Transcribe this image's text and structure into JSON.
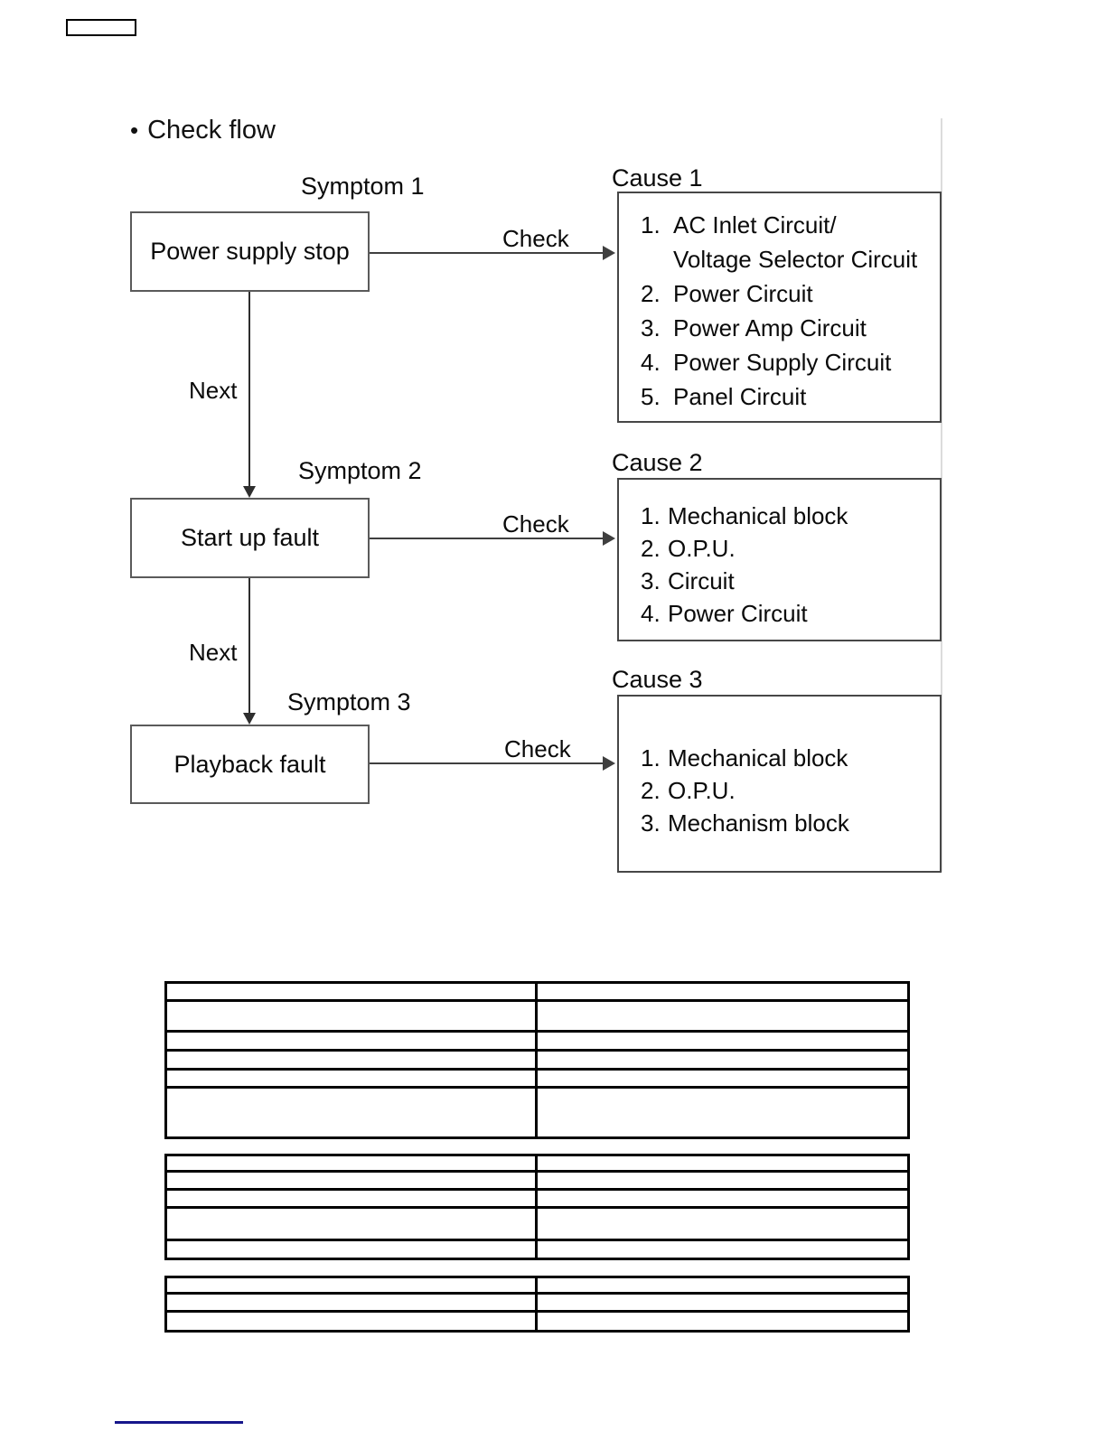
{
  "heading": {
    "bullet": "•",
    "label": "Check flow"
  },
  "flow": {
    "symptoms": [
      {
        "label": "Symptom 1",
        "box": "Power supply stop",
        "check_label": "Check",
        "next_label": "Next"
      },
      {
        "label": "Symptom 2",
        "box": "Start up fault",
        "check_label": "Check",
        "next_label": "Next"
      },
      {
        "label": "Symptom 3",
        "box": "Playback fault",
        "check_label": "Check"
      }
    ],
    "causes": [
      {
        "label": "Cause 1",
        "items": [
          {
            "num": "1.",
            "text": "AC Inlet Circuit/"
          },
          {
            "num": "",
            "text": "Voltage Selector Circuit"
          },
          {
            "num": "2.",
            "text": "Power Circuit"
          },
          {
            "num": "3.",
            "text": "Power Amp Circuit"
          },
          {
            "num": "4.",
            "text": "Power Supply Circuit"
          },
          {
            "num": "5.",
            "text": "Panel Circuit"
          }
        ]
      },
      {
        "label": "Cause 2",
        "items": [
          {
            "num": "1.",
            "text": "Mechanical block"
          },
          {
            "num": "2.",
            "text": "O.P.U."
          },
          {
            "num": "3.",
            "text": "Circuit"
          },
          {
            "num": "4.",
            "text": "Power Circuit"
          }
        ]
      },
      {
        "label": "Cause 3",
        "items": [
          {
            "num": "1.",
            "text": "Mechanical block"
          },
          {
            "num": "2.",
            "text": "O.P.U."
          },
          {
            "num": "3.",
            "text": "Mechanism block"
          }
        ]
      }
    ]
  },
  "colors": {
    "underline_navy": "#16168b",
    "flow_line_gray": "#3f3f3f",
    "table_border": "#000000"
  }
}
